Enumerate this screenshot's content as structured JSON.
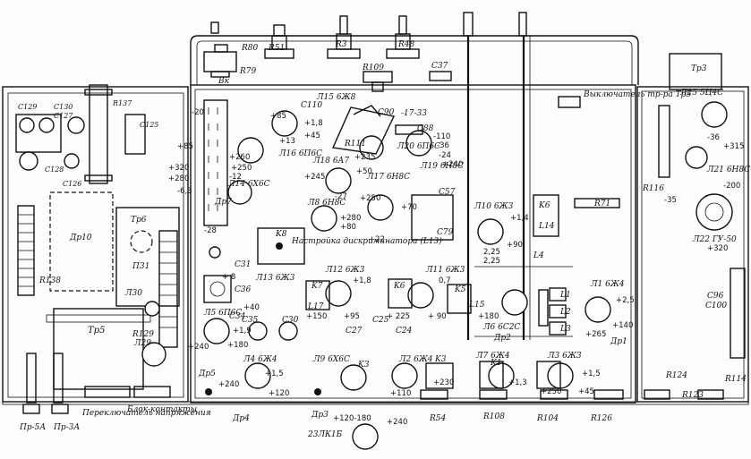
{
  "labels": {
    "r80": "R80",
    "r79": "R79",
    "r51": "R51",
    "r3": "R3",
    "r48": "R48",
    "bk": "Вк",
    "r109": "R109",
    "c37": "C37",
    "c110": "C110",
    "l15": "Л15 6Ж8",
    "c90": "C90",
    "v_17_33": "-17-33",
    "c88": "C88",
    "v110": "-110",
    "l20": "Л20 6П6С",
    "v36a": "-36",
    "v24": "-24",
    "l19": "Л19 6Н8С",
    "r111": "R111",
    "l16": "Л16 6П6С",
    "switch": "Выключатель тр-ра Тр5",
    "tr3": "Тр3",
    "l25": "Л25 5Ц4С",
    "r116": "R116",
    "v36b": "-36",
    "v315": "+315",
    "l21": "Л21 6Н8С",
    "v200": "-200",
    "v35": "-35",
    "l22": "Л22 ГУ-50",
    "v320b": "+320",
    "r71": "R71",
    "c96": "C96",
    "c100": "C100",
    "l18": "Л18 6А7",
    "l17": "Л17 6Н8С",
    "l14": "Л14 6Х6С",
    "dr7": "Др7",
    "l8": "Л8 6Н8С",
    "c57": "C57",
    "c79": "C79",
    "l10": "Л10 6Ж3",
    "k6": "K6",
    "l14b": "L14",
    "k8": "K8",
    "tune": "Настройка дискриминатора (L13)",
    "c31": "C31",
    "c36": "C36",
    "l13": "Л13 6Ж3",
    "l12": "Л12 6Ж3",
    "k7": "K7",
    "l17b": "L17",
    "k6b": "K6",
    "l11": "Л11 6Ж3",
    "k5": "K5",
    "l15b": "L15",
    "l6": "Л6 6С2С",
    "l1": "L1",
    "l2": "L2",
    "l3": "L3",
    "l1t": "Л1 6Ж4",
    "dr1": "Др1",
    "c129": "C129",
    "c130": "C130",
    "c127": "C127",
    "r137": "R137",
    "c125": "C125",
    "c128": "C128",
    "c126": "C126",
    "dr10": "Др10",
    "tr6": "Тр6",
    "p31": "П31",
    "r138": "R138",
    "l30": "Л30",
    "l29": "Л29",
    "r129": "R129",
    "tr5": "Тр5",
    "l5": "Л5 6П6С",
    "c34": "C34",
    "c35": "C35",
    "c30": "C30",
    "l4": "Л4 6Ж4",
    "dr5": "Др5",
    "l7": "Л7 6Ж4",
    "l3t": "Л3 6Ж3",
    "l9": "Л9 6Х6С",
    "k3": "K3",
    "c27": "C27",
    "c25": "C25",
    "c24": "C24",
    "k1": "K1",
    "k3b": "K3",
    "r54": "R54",
    "r108": "R108",
    "r104": "R104",
    "r126": "R126",
    "r124": "R124",
    "r123": "R123",
    "r114": "R114",
    "dr4": "Др4",
    "dr3": "Др3",
    "pr5a": "Пр-5А",
    "pr3a": "Пр-3А",
    "voltsel": "Переключатель напряжения",
    "blockc": "Блок-контакты",
    "lk": "23ЛК1Б",
    "lk_volts": "+120-180",
    "lk_v240": "+240",
    "l2t": "Л2 6Ж4",
    "l4b": "L4",
    "dr2": "Др2"
  },
  "voltages": {
    "m20": "-20",
    "p85": "+85",
    "p320": "+320",
    "p280": "+280",
    "m63": "-6,3",
    "p260": "+260",
    "p250": "+250",
    "m12": "-12",
    "m28": "-28",
    "p18": "+1,8",
    "p45": "+45",
    "p13": "+13",
    "p85b": "+85",
    "p235": "+235",
    "p240": "+240",
    "p50": "+50",
    "p245": "+245",
    "m27": "-27",
    "p250b": "+250",
    "p70": "+70",
    "p280b": "+280",
    "p80": "+80",
    "p22": "+22",
    "p14": "+1,4",
    "p90": "+90",
    "p225": "2,25",
    "p225b": "2,25",
    "p8": "+ 8",
    "p18b": "+1,8",
    "p40": "+40",
    "p150": "+150",
    "p95": "+95",
    "p225c": "+ 225",
    "p90b": "+ 90",
    "p07": "0,7",
    "p180": "+180",
    "p25": "+2,5",
    "p140": "+140",
    "p265": "+265",
    "p19": "+1,9",
    "p180b": "+180",
    "p240b": "+240",
    "p15": "+1,5",
    "p120": "+120",
    "p240c": "+240",
    "p110": "+110",
    "p230": "+230",
    "p13b": "+1,3",
    "p250c": "+250",
    "p45b": "+45",
    "p15b": "+1,5"
  }
}
